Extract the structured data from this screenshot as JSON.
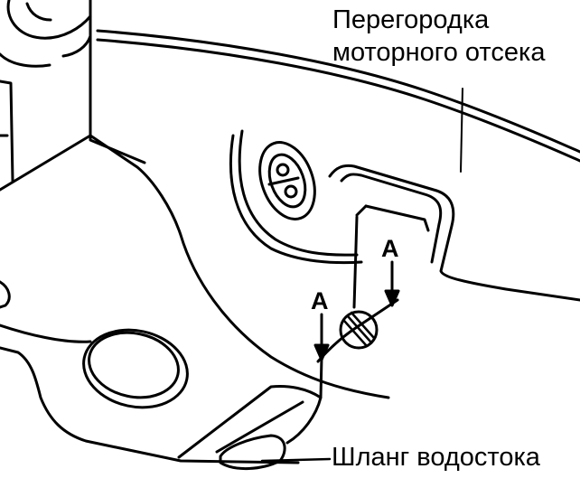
{
  "labels": {
    "firewall_line1": "Перегородка",
    "firewall_line2": "моторного отсека",
    "drain_hose": "Шланг водостока",
    "view_a_right": "A",
    "view_a_left": "A"
  },
  "colors": {
    "ink": "#000000",
    "paper": "#ffffff"
  }
}
